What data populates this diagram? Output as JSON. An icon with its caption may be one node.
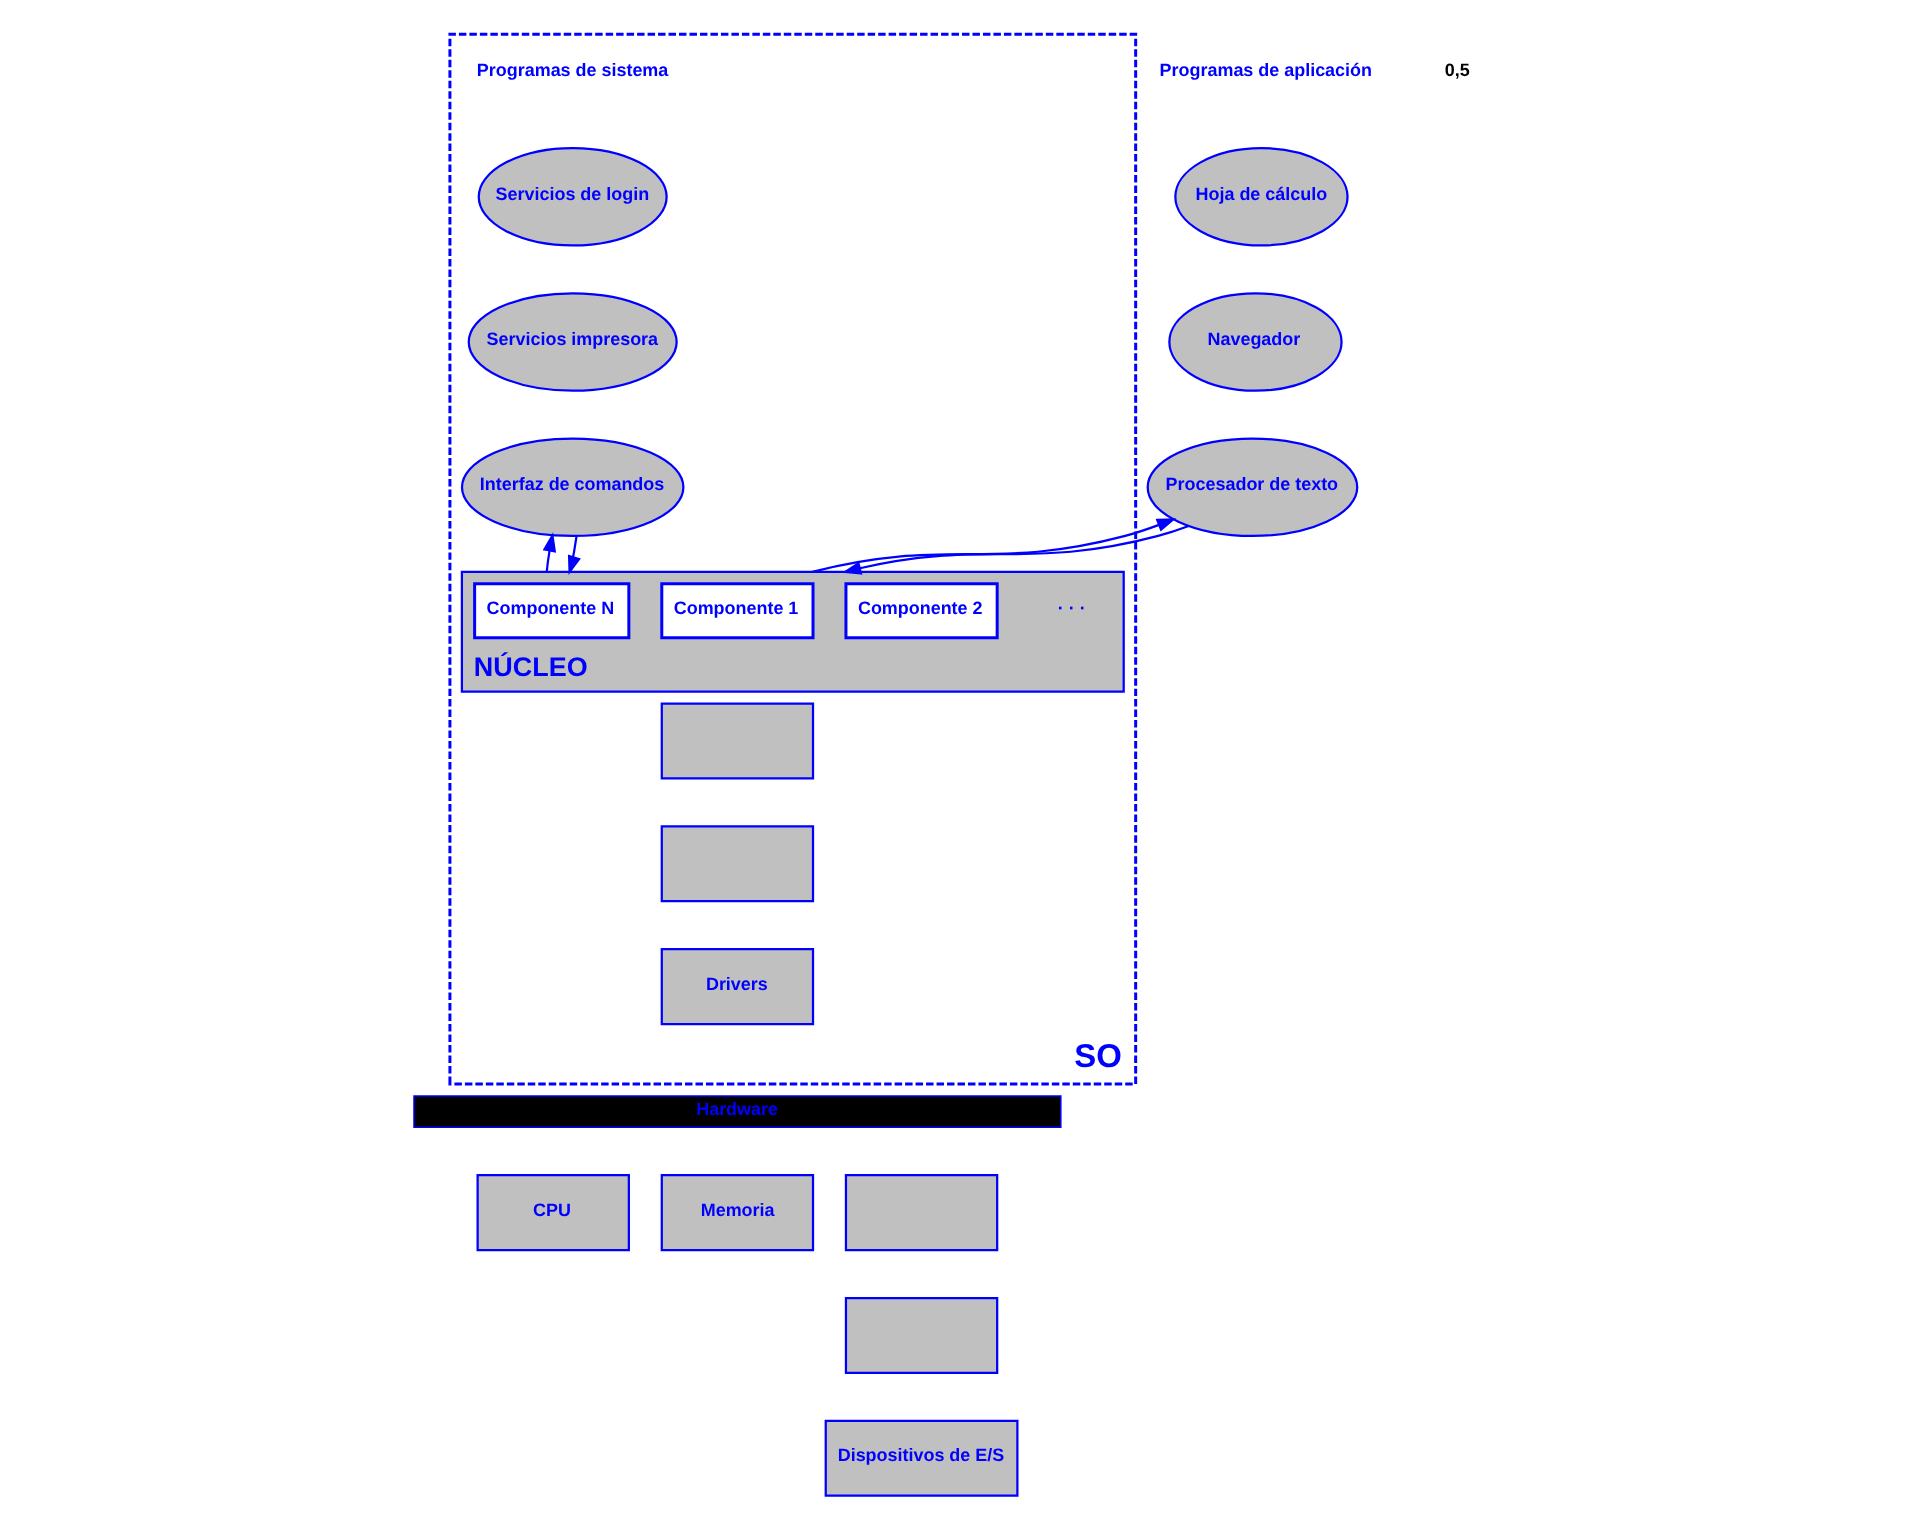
{
  "diagram": {
    "nodes": [
      {
        "text": [
          "SO"
        ]
      },
      {
        "text": [
          "Hoja de cálculo"
        ]
      },
      {
        "text": [
          "Navegador"
        ]
      },
      {
        "text": [
          "Procesador de texto"
        ]
      },
      {
        "text": [
          "Servicios de login"
        ],
        "in": 0
      },
      {
        "text": [
          "Servicios impresora"
        ],
        "in": 0
      },
      {
        "text": [
          "Interfaz de comandos"
        ],
        "in": 0
      },
      {
        "text": [
          "NÚCLEO"
        ],
        "in": 0
      },
      {
        "text": [
          "Componente 1"
        ],
        "in": 7
      },
      {
        "text": [
          "Componente 2"
        ],
        "in": 7
      },
      {
        "text": [
          "Componente N"
        ],
        "in": 7
      },
      {
        "text": [],
        "shape": "box",
        "in": 0
      },
      {
        "text": [],
        "shape": "box",
        "in": 0
      },
      {
        "text": [
          "Drivers"
        ],
        "in": 0
      },
      {
        "text": [
          "Hardware"
        ]
      },
      {
        "text": [
          "CPU"
        ]
      },
      {
        "text": [
          "Memoria"
        ]
      },
      {
        "text": [],
        "shape": "box"
      },
      {
        "text": [],
        "shape": "box"
      },
      {
        "text": [
          "Dispositivos de E/S"
        ]
      }
    ],
    "edges": [
      {
        "from": 7,
        "to": 3,
        "arrow": "to"
      },
      {
        "from": 3,
        "to": 7,
        "arrow": "to"
      },
      {
        "from": 7,
        "to": 6,
        "arrow": "to"
      },
      {
        "from": 6,
        "to": 7,
        "arrow": "to"
      }
    ],
    "labels": [
      "0,5",
      "Programas de aplicación",
      "Programas de sistema",
      "· · ·"
    ]
  }
}
